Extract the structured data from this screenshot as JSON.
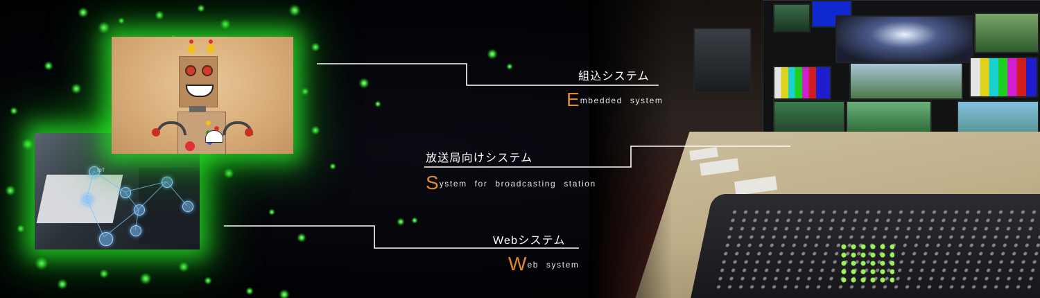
{
  "banner": {
    "photo_left_top": "robot-photo",
    "photo_left_bottom": "iot-network-photo",
    "photo_right": "broadcast-control-room-photo",
    "glow_color": "#2ee62e",
    "accent_color": "#e08a2a"
  },
  "services": [
    {
      "ja": "組込システム",
      "en_initial": "E",
      "en_rest": "mbedded system"
    },
    {
      "ja": "放送局向けシステム",
      "en_initial": "S",
      "en_rest": "ystem for broadcasting station"
    },
    {
      "ja": "Webシステム",
      "en_initial": "W",
      "en_rest": "eb system"
    }
  ],
  "iot_badge": "IoT"
}
